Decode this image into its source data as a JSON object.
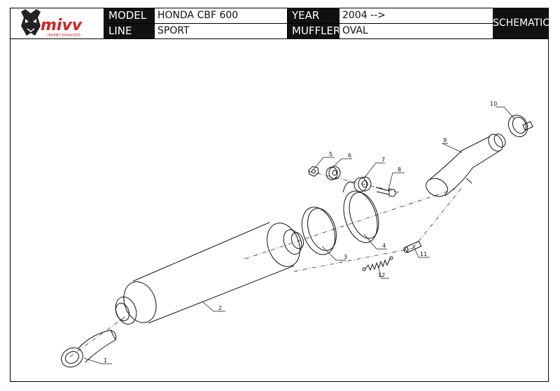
{
  "header": {
    "brand": "mivv",
    "brand_tagline": "INVENT EXHAUSTS",
    "model_label": "MODEL",
    "model_value": "HONDA CBF 600",
    "line_label": "LINE",
    "line_value": "SPORT",
    "year_label": "YEAR",
    "year_value": "2004 -->",
    "muffler_label": "MUFFLER",
    "muffler_value": "OVAL",
    "schematic_label": "SCHEMATIC"
  },
  "parts": [
    {
      "number": "1"
    },
    {
      "number": "2"
    },
    {
      "number": "3"
    },
    {
      "number": "4"
    },
    {
      "number": "5"
    },
    {
      "number": "6"
    },
    {
      "number": "7"
    },
    {
      "number": "8"
    },
    {
      "number": "9"
    },
    {
      "number": "10"
    },
    {
      "number": "11"
    },
    {
      "number": "12"
    }
  ],
  "colors": {
    "ink": "#111111",
    "logo_red": "#d6201f",
    "background": "#ffffff"
  }
}
